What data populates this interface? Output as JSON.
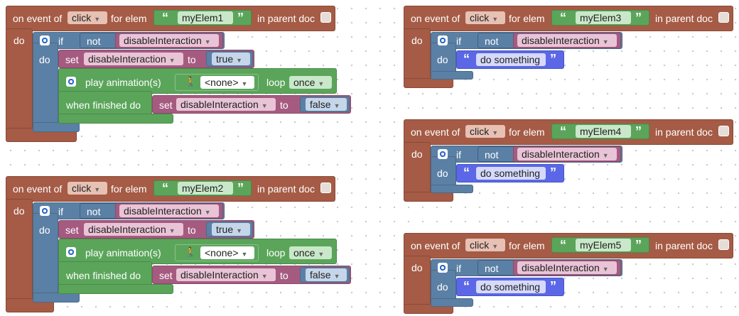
{
  "labels": {
    "on_event_of": "on event of",
    "for_elem": "for elem",
    "in_parent_doc": "in parent doc",
    "do": "do",
    "if": "if",
    "not": "not",
    "set": "set",
    "to": "to",
    "play_animation": "play animation(s)",
    "loop": "loop",
    "when_finished_do": "when finished do",
    "do_something": "do something"
  },
  "values": {
    "event": "click",
    "var": "disableInteraction",
    "true_val": "true",
    "false_val": "false",
    "anim": "<none>",
    "loop_mode": "once"
  },
  "blocks": [
    {
      "elem": "myElem1"
    },
    {
      "elem": "myElem2"
    },
    {
      "elem": "myElem3"
    },
    {
      "elem": "myElem4"
    },
    {
      "elem": "myElem5"
    }
  ],
  "colors": {
    "event_block": "#a55b45",
    "logic_block": "#5b80a5",
    "variable_block": "#a55b80",
    "animation_block": "#5ba55b",
    "text_block": "#5b67e6"
  }
}
